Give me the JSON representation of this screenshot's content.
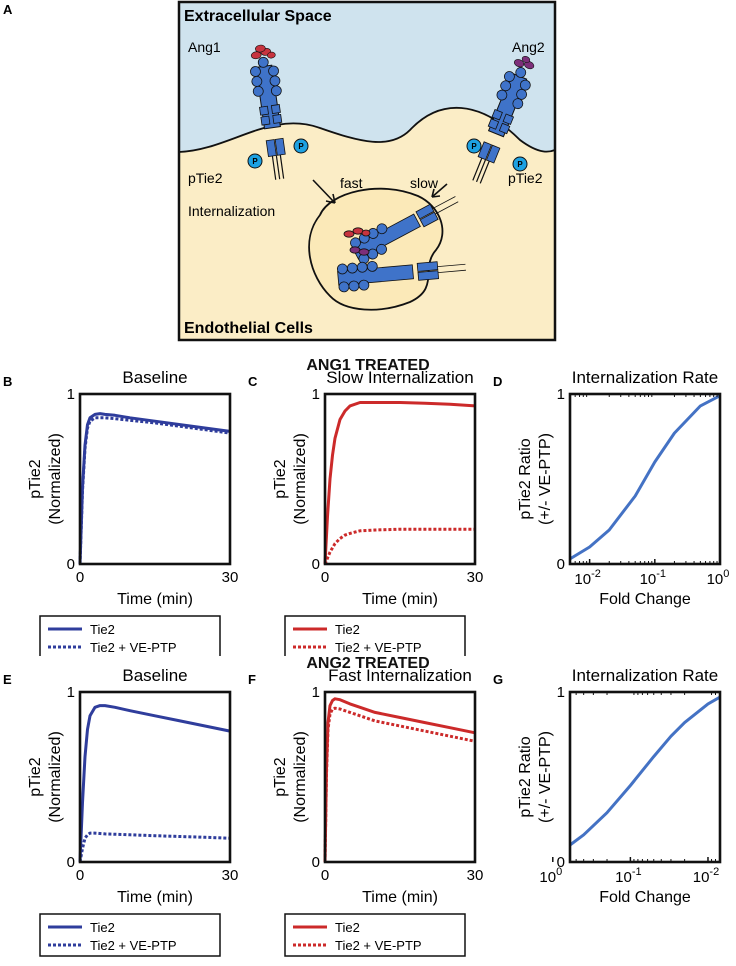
{
  "figure": {
    "section_titles": [
      "ANG1 TREATED",
      "ANG2 TREATED"
    ]
  },
  "schematic": {
    "panel_letter": "A",
    "top_label": "Extracellular Space",
    "bottom_label": "Endothelial Cells",
    "ang1_label": "Ang1",
    "ang2_label": "Ang2",
    "ptie2_left": "pTie2",
    "ptie2_right": "pTie2",
    "internalization_label": "Internalization",
    "fast_label": "fast",
    "slow_label": "slow",
    "phospho_label": "P",
    "colors": {
      "extracellular": "#cfe3ee",
      "cell": "#fbedc6",
      "receptor": "#3f73c9",
      "ang1": "#c8343f",
      "ang2": "#7d2f7a",
      "phospho": "#1da1e2"
    }
  },
  "chart_data": [
    {
      "id": "B",
      "letter": "B",
      "type": "line",
      "title": "Baseline",
      "xlabel": "Time (min)",
      "ylabel": [
        "pTie2",
        "(Normalized)"
      ],
      "xlim": [
        0,
        30
      ],
      "ylim": [
        0,
        1
      ],
      "xscale": "linear",
      "xticks": [
        {
          "v": 0,
          "label": "0"
        },
        {
          "v": 30,
          "label": "30"
        }
      ],
      "yticks": [
        {
          "v": 0,
          "label": "0"
        },
        {
          "v": 1,
          "label": "1"
        }
      ],
      "series": [
        {
          "name": "Tie2",
          "color": "#2f3d9c",
          "dash": false,
          "x": [
            0,
            0.5,
            1,
            1.5,
            2,
            3,
            4,
            5,
            7,
            10,
            15,
            20,
            25,
            30
          ],
          "y": [
            0,
            0.45,
            0.7,
            0.82,
            0.86,
            0.88,
            0.885,
            0.88,
            0.875,
            0.86,
            0.84,
            0.82,
            0.8,
            0.78
          ]
        },
        {
          "name": "Tie2 + VE-PTP",
          "color": "#2f3d9c",
          "dash": true,
          "x": [
            0,
            0.5,
            1,
            1.5,
            2,
            3,
            4,
            5,
            7,
            10,
            15,
            20,
            25,
            30
          ],
          "y": [
            0,
            0.43,
            0.68,
            0.8,
            0.84,
            0.86,
            0.86,
            0.86,
            0.855,
            0.845,
            0.83,
            0.81,
            0.79,
            0.77
          ]
        }
      ],
      "legend": [
        "Tie2",
        "Tie2 + VE-PTP"
      ]
    },
    {
      "id": "C",
      "letter": "C",
      "type": "line",
      "title": "Slow Internalization",
      "xlabel": "Time (min)",
      "ylabel": [
        "pTie2",
        "(Normalized)"
      ],
      "xlim": [
        0,
        30
      ],
      "ylim": [
        0,
        1
      ],
      "xscale": "linear",
      "xticks": [
        {
          "v": 0,
          "label": "0"
        },
        {
          "v": 30,
          "label": "30"
        }
      ],
      "yticks": [
        {
          "v": 0,
          "label": "0"
        },
        {
          "v": 1,
          "label": "1"
        }
      ],
      "series": [
        {
          "name": "Tie2",
          "color": "#cc2a2a",
          "dash": false,
          "x": [
            0,
            0.5,
            1,
            1.5,
            2,
            3,
            4,
            5,
            7,
            10,
            15,
            20,
            25,
            30
          ],
          "y": [
            0,
            0.28,
            0.5,
            0.64,
            0.74,
            0.85,
            0.9,
            0.93,
            0.95,
            0.95,
            0.95,
            0.945,
            0.94,
            0.93
          ]
        },
        {
          "name": "Tie2 + VE-PTP",
          "color": "#cc2a2a",
          "dash": true,
          "x": [
            0,
            1,
            2,
            3,
            4,
            5,
            7,
            10,
            15,
            20,
            25,
            30
          ],
          "y": [
            0,
            0.07,
            0.12,
            0.15,
            0.17,
            0.18,
            0.195,
            0.2,
            0.205,
            0.205,
            0.205,
            0.205
          ]
        }
      ],
      "legend": [
        "Tie2",
        "Tie2 + VE-PTP"
      ]
    },
    {
      "id": "D",
      "letter": "D",
      "type": "line",
      "title": "Internalization Rate",
      "xlabel": "Fold Change",
      "ylabel": [
        "pTie2 Ratio",
        "(+/- VE-PTP)"
      ],
      "xlim": [
        0.005,
        1
      ],
      "ylim": [
        0,
        1
      ],
      "xscale": "log",
      "xreverse": false,
      "xticks": [
        {
          "v": 0.01,
          "base": "10",
          "exp": "-2"
        },
        {
          "v": 0.1,
          "base": "10",
          "exp": "-1"
        },
        {
          "v": 1,
          "base": "10",
          "exp": "0"
        }
      ],
      "yticks": [
        {
          "v": 0,
          "label": "0"
        },
        {
          "v": 1,
          "label": "1"
        }
      ],
      "series": [
        {
          "name": "",
          "color": "#4472c4",
          "dash": false,
          "x": [
            0.005,
            0.01,
            0.02,
            0.05,
            0.1,
            0.2,
            0.5,
            1
          ],
          "y": [
            0.03,
            0.1,
            0.2,
            0.4,
            0.6,
            0.77,
            0.93,
            0.99
          ]
        }
      ],
      "legend": []
    },
    {
      "id": "E",
      "letter": "E",
      "type": "line",
      "title": "Baseline",
      "xlabel": "Time (min)",
      "ylabel": [
        "pTie2",
        "(Normalized)"
      ],
      "xlim": [
        0,
        30
      ],
      "ylim": [
        0,
        1
      ],
      "xscale": "linear",
      "xticks": [
        {
          "v": 0,
          "label": "0"
        },
        {
          "v": 30,
          "label": "30"
        }
      ],
      "yticks": [
        {
          "v": 0,
          "label": "0"
        },
        {
          "v": 1,
          "label": "1"
        }
      ],
      "series": [
        {
          "name": "Tie2",
          "color": "#2f3d9c",
          "dash": false,
          "x": [
            0,
            0.5,
            1,
            1.5,
            2,
            3,
            4,
            5,
            7,
            10,
            15,
            20,
            25,
            30
          ],
          "y": [
            0,
            0.35,
            0.62,
            0.78,
            0.86,
            0.91,
            0.92,
            0.92,
            0.91,
            0.89,
            0.86,
            0.83,
            0.8,
            0.77
          ]
        },
        {
          "name": "Tie2 + VE-PTP",
          "color": "#2f3d9c",
          "dash": true,
          "x": [
            0,
            0.5,
            1,
            1.5,
            2,
            3,
            5,
            10,
            15,
            20,
            25,
            30
          ],
          "y": [
            0,
            0.08,
            0.14,
            0.16,
            0.17,
            0.17,
            0.165,
            0.16,
            0.155,
            0.15,
            0.145,
            0.14
          ]
        }
      ],
      "legend": [
        "Tie2",
        "Tie2 + VE-PTP"
      ]
    },
    {
      "id": "F",
      "letter": "F",
      "type": "line",
      "title": "Fast Internalization",
      "xlabel": "Time (min)",
      "ylabel": [
        "pTie2",
        "(Normalized)"
      ],
      "xlim": [
        0,
        30
      ],
      "ylim": [
        0,
        1
      ],
      "xscale": "linear",
      "xticks": [
        {
          "v": 0,
          "label": "0"
        },
        {
          "v": 30,
          "label": "30"
        }
      ],
      "yticks": [
        {
          "v": 0,
          "label": "0"
        },
        {
          "v": 1,
          "label": "1"
        }
      ],
      "series": [
        {
          "name": "Tie2",
          "color": "#cc2a2a",
          "dash": false,
          "x": [
            0,
            0.3,
            0.6,
            1,
            1.5,
            2,
            3,
            5,
            7,
            10,
            15,
            20,
            25,
            30
          ],
          "y": [
            0,
            0.55,
            0.82,
            0.92,
            0.95,
            0.96,
            0.955,
            0.93,
            0.91,
            0.88,
            0.85,
            0.82,
            0.79,
            0.76
          ]
        },
        {
          "name": "Tie2 + VE-PTP",
          "color": "#cc2a2a",
          "dash": true,
          "x": [
            0,
            0.3,
            0.6,
            1,
            1.5,
            2,
            3,
            5,
            7,
            10,
            15,
            20,
            25,
            30
          ],
          "y": [
            0,
            0.52,
            0.78,
            0.87,
            0.9,
            0.905,
            0.9,
            0.88,
            0.86,
            0.83,
            0.8,
            0.77,
            0.74,
            0.71
          ]
        }
      ],
      "legend": [
        "Tie2",
        "Tie2 + VE-PTP"
      ]
    },
    {
      "id": "G",
      "letter": "G",
      "type": "line",
      "title": "Internalization Rate",
      "xlabel": "Fold Change",
      "ylabel": [
        "pTie2 Ratio",
        "(+/- VE-PTP)"
      ],
      "xlim": [
        0.6,
        0.007
      ],
      "ylim": [
        0,
        1
      ],
      "xscale": "log",
      "xreverse": true,
      "xticks": [
        {
          "v": 1,
          "base": "10",
          "exp": "0"
        },
        {
          "v": 0.1,
          "base": "10",
          "exp": "-1"
        },
        {
          "v": 0.01,
          "base": "10",
          "exp": "-2"
        }
      ],
      "yticks": [
        {
          "v": 0,
          "label": "0"
        },
        {
          "v": 1,
          "label": "1"
        }
      ],
      "series": [
        {
          "name": "",
          "color": "#4472c4",
          "dash": false,
          "x": [
            0.6,
            0.4,
            0.2,
            0.1,
            0.05,
            0.03,
            0.02,
            0.01,
            0.007
          ],
          "y": [
            0.1,
            0.16,
            0.29,
            0.45,
            0.62,
            0.74,
            0.82,
            0.93,
            0.97
          ]
        }
      ],
      "legend": []
    }
  ]
}
